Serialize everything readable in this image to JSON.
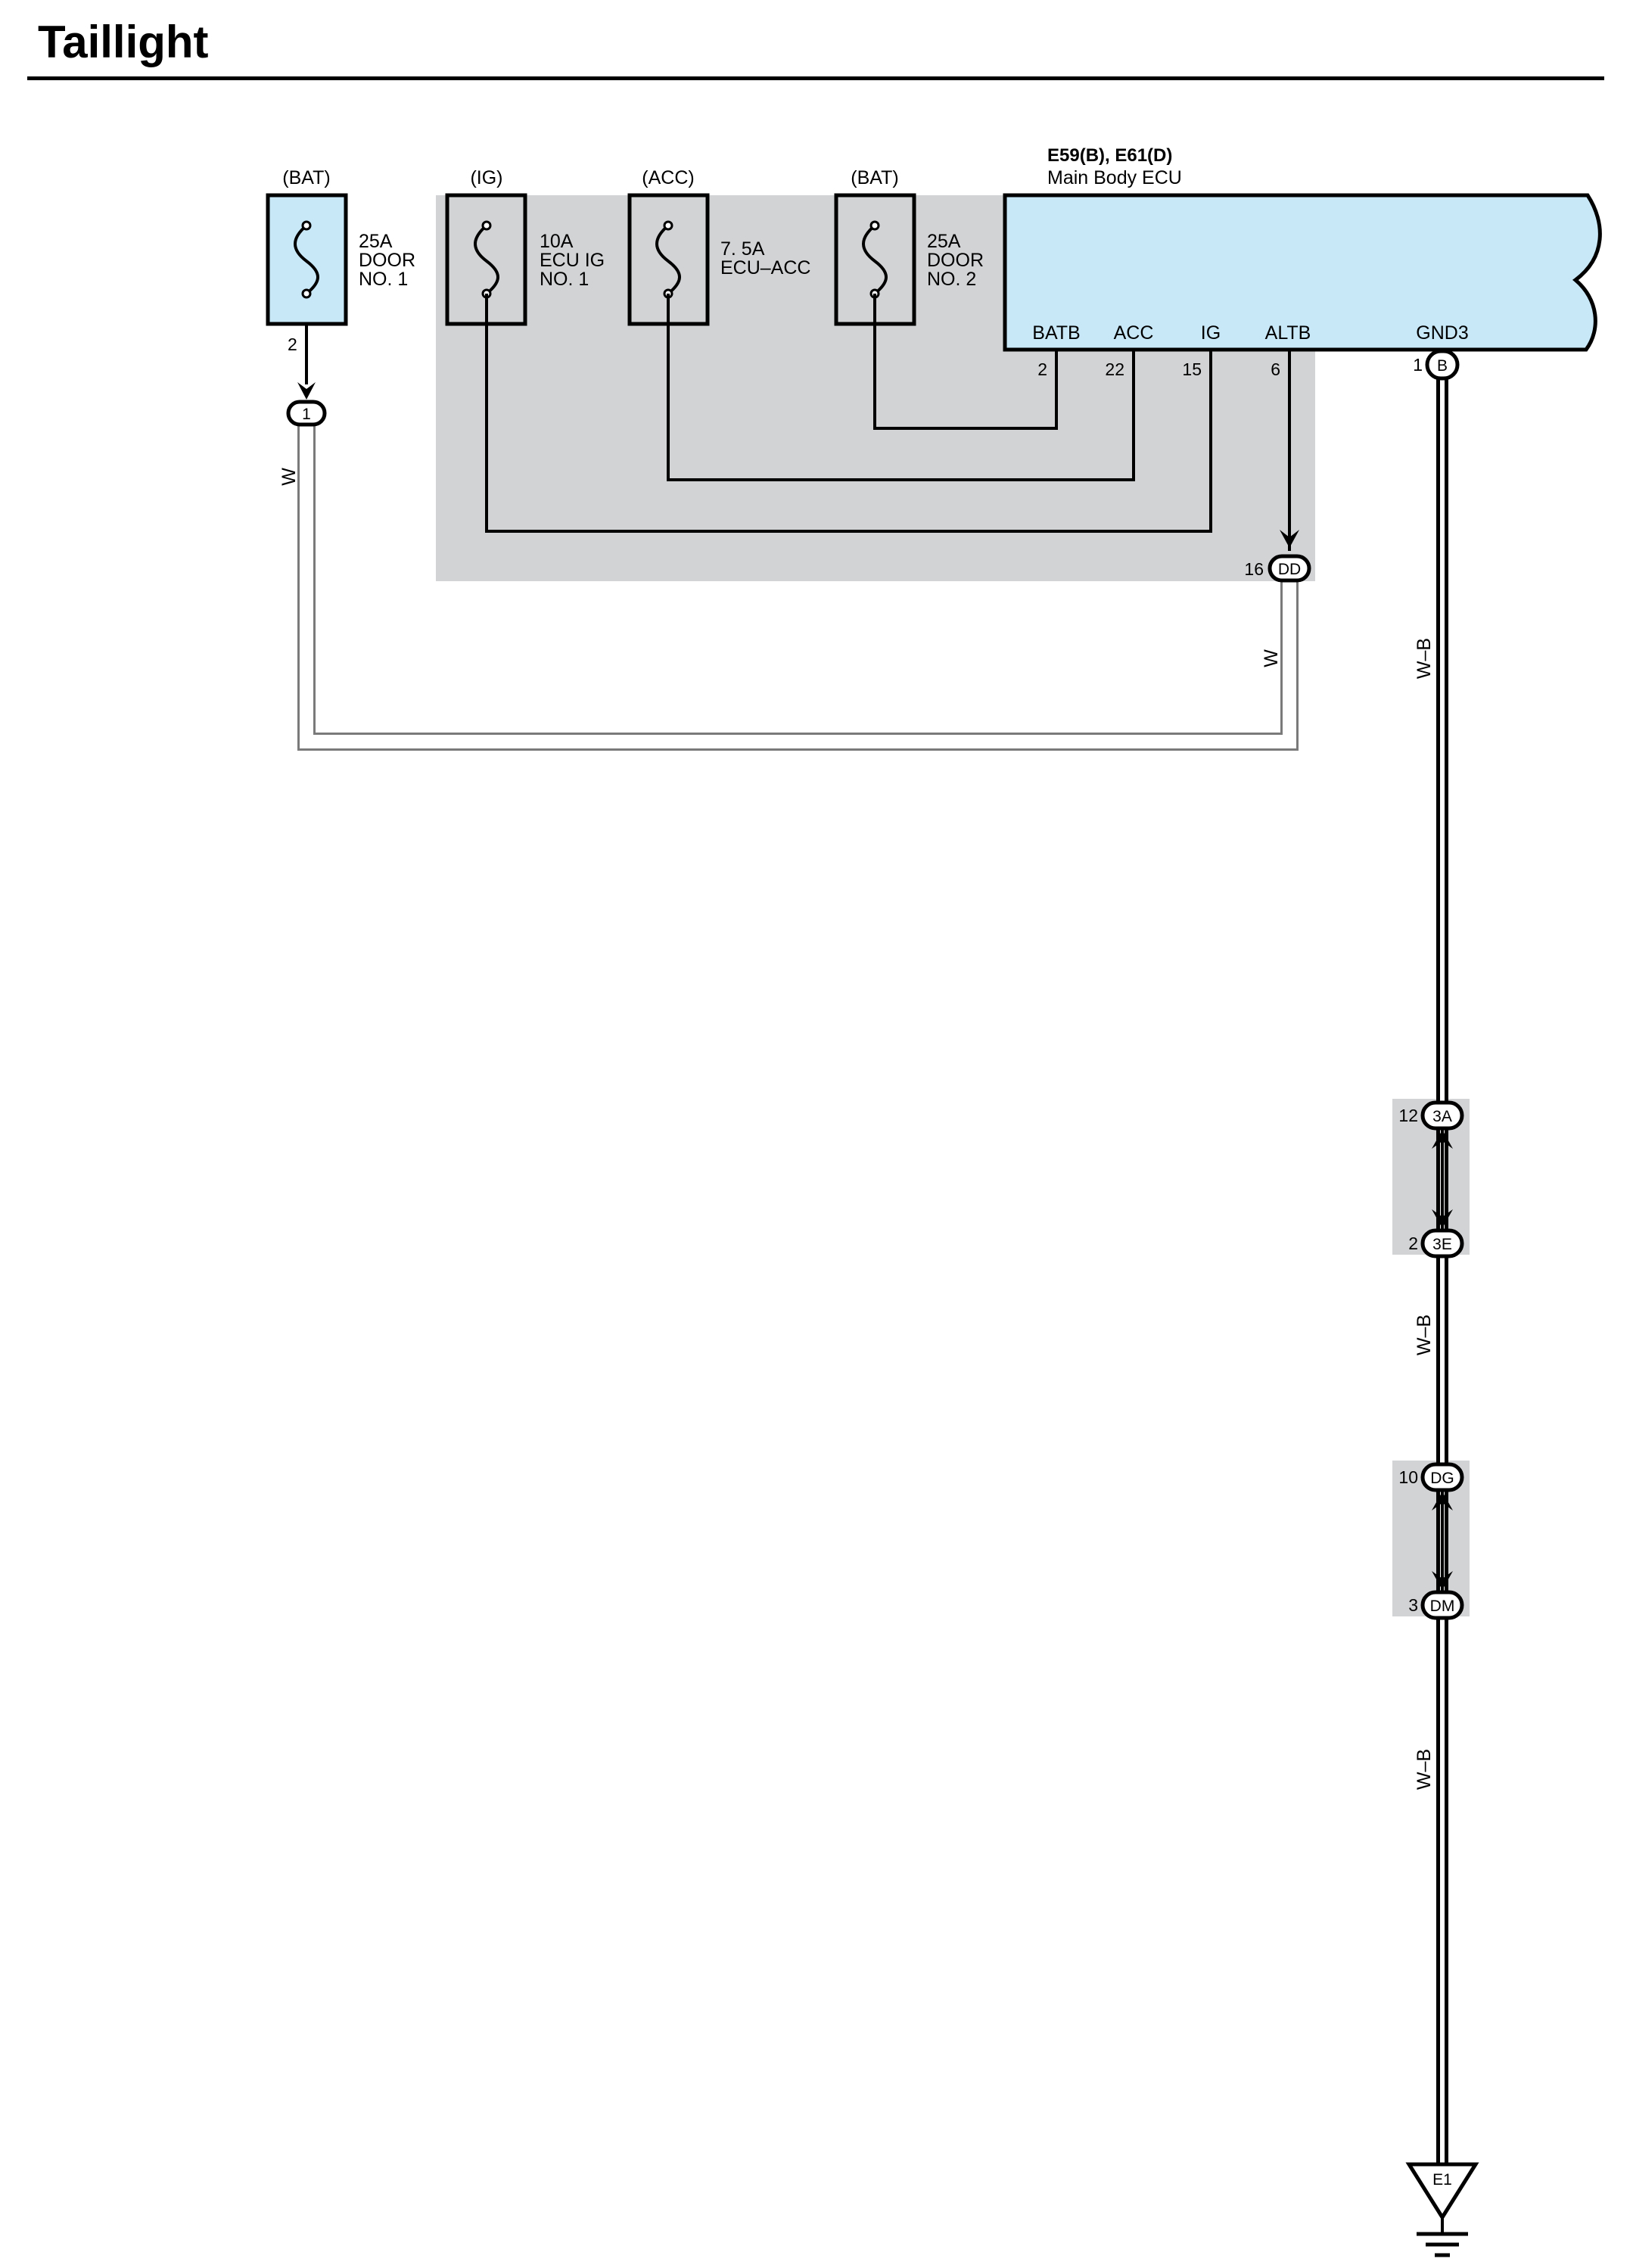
{
  "title": "Taillight",
  "colors": {
    "ecu_fill": "#c8e8f8",
    "junction_fill": "#d2d3d5",
    "wire_fill": "#ffffff",
    "wire_stroke": "#7a7a7a",
    "stroke": "#000000"
  },
  "fuses": [
    {
      "source": "(BAT)",
      "line1": "25A",
      "line2": "DOOR",
      "line3": "NO. 1",
      "pin": "2"
    },
    {
      "source": "(IG)",
      "line1": "10A",
      "line2": "ECU IG",
      "line3": "NO. 1"
    },
    {
      "source": "(ACC)",
      "line1": "7. 5A",
      "line2": "ECU–ACC"
    },
    {
      "source": "(BAT)",
      "line1": "25A",
      "line2": "DOOR",
      "line3": "NO. 2"
    }
  ],
  "ecu": {
    "connectors": "E59(B), E61(D)",
    "name": "Main Body ECU",
    "terminals": [
      {
        "name": "BATB",
        "pin": "2"
      },
      {
        "name": "ACC",
        "pin": "22"
      },
      {
        "name": "IG",
        "pin": "15"
      },
      {
        "name": "ALTB",
        "pin": "6"
      },
      {
        "name": "GND3",
        "pin": "1",
        "connector": "B"
      }
    ]
  },
  "connectors": {
    "c1": {
      "code": "1"
    },
    "dd": {
      "code": "DD",
      "pin": "16"
    },
    "c3a": {
      "code": "3A",
      "pin": "12"
    },
    "c3e": {
      "code": "3E",
      "pin": "2"
    },
    "dg": {
      "code": "DG",
      "pin": "10"
    },
    "dm": {
      "code": "DM",
      "pin": "3"
    }
  },
  "wires": {
    "w_left": "W",
    "w_dd": "W",
    "wb1": "W–B",
    "wb2": "W–B",
    "wb3": "W–B"
  },
  "ground": {
    "code": "E1"
  }
}
